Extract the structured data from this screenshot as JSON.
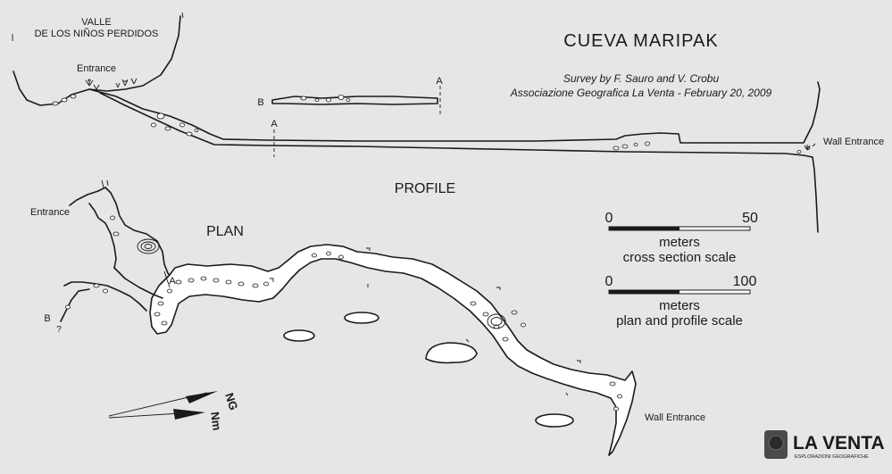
{
  "title": "CUEVA  MARIPAK",
  "credits": {
    "line1": "Survey by F. Sauro and V. Crobu",
    "line2": "Associazione Geografica La Venta - February 20, 2009"
  },
  "labels": {
    "valle_line1": "VALLE",
    "valle_line2": "DE LOS NIÑOS PERDIDOS",
    "profile_entrance": "Entrance",
    "profile_wall_entrance": "Wall Entrance",
    "profile": "PROFILE",
    "plan": "PLAN",
    "plan_entrance": "Entrance",
    "plan_wall_entrance": "Wall Entrance",
    "section_a": "A",
    "section_b": "B",
    "section_b_query": "?",
    "north_geographic": "NG",
    "north_magnetic": "Nm"
  },
  "cross_section": {
    "label_a": "A",
    "label_b": "B"
  },
  "scales": {
    "cross_section": {
      "start": "0",
      "end": "50",
      "unit": "meters",
      "caption": "cross section scale"
    },
    "plan_profile": {
      "start": "0",
      "end": "100",
      "unit": "meters",
      "caption": "plan and profile scale"
    }
  },
  "logo": {
    "name": "LA VENTA",
    "tagline": "ESPLORAZIONI GEOGRAFICHE"
  },
  "colors": {
    "background": "#e6e6e6",
    "ink": "#1a1a1a",
    "cave_fill": "#ffffff"
  }
}
